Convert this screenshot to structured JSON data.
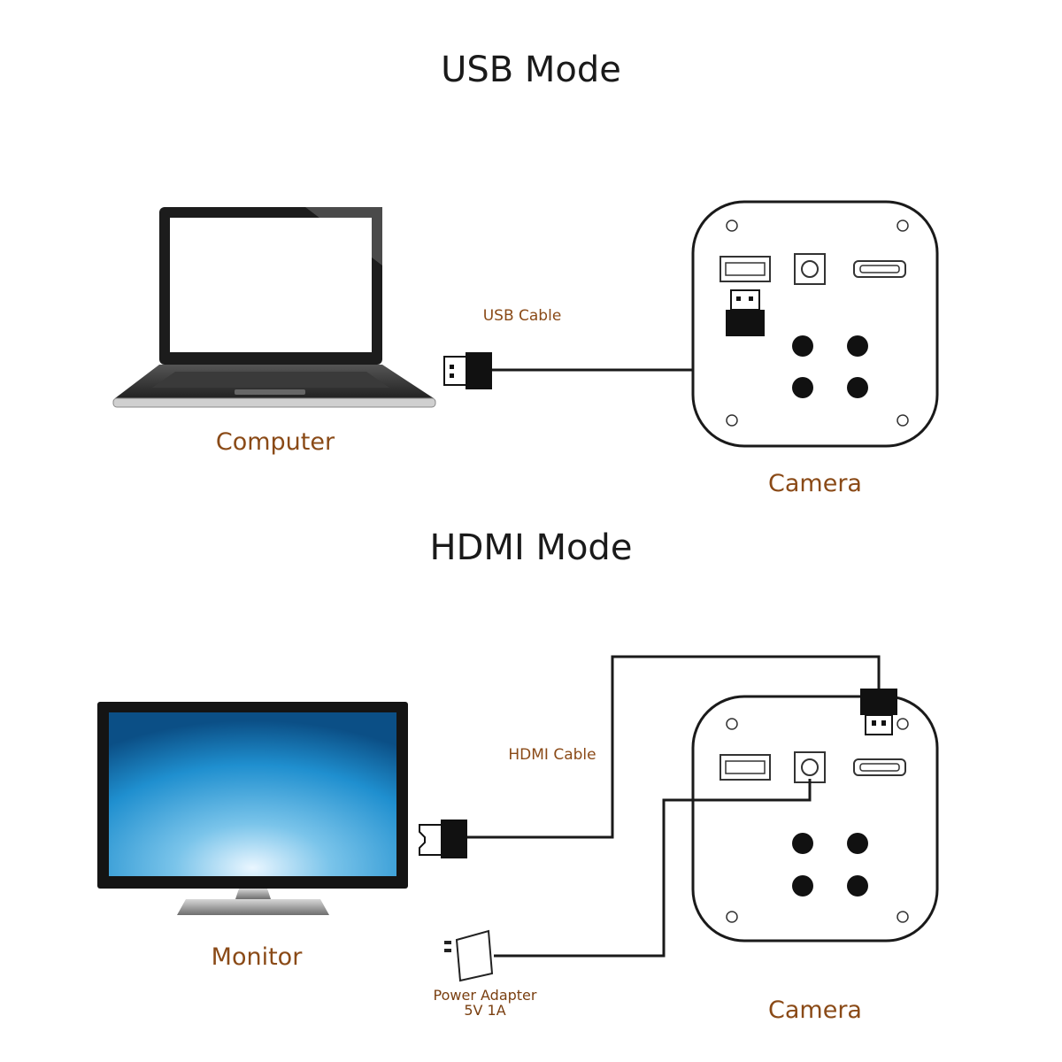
{
  "usb_mode": {
    "title": "USB Mode",
    "computer_label": "Computer",
    "cable_label": "USB Cable",
    "camera_label": "Camera"
  },
  "hdmi_mode": {
    "title": "HDMI Mode",
    "monitor_label": "Monitor",
    "cable_label": "HDMI Cable",
    "adapter_label_line1": "Power Adapter",
    "adapter_label_line2": "5V 1A",
    "camera_label": "Camera"
  },
  "colors": {
    "label": "#8a4a17",
    "title": "#1a1a1a",
    "screen_blue": "#1f8fcf"
  },
  "icons": [
    "laptop-icon",
    "camera-back-panel-icon",
    "usb-plug-icon",
    "hdmi-plug-icon",
    "monitor-icon",
    "power-adapter-icon"
  ]
}
